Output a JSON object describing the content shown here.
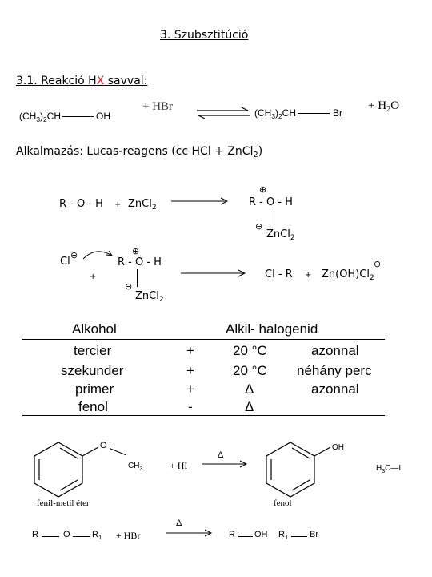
{
  "section_title": "3. Szubsztitúció",
  "subsection": {
    "pre": "3.1. Reakció H",
    "x": "X",
    "post": " savval:"
  },
  "reaction1": {
    "reactant": "(CH3)2CH",
    "reactant_oh": "OH",
    "reagent": "+ HBr",
    "product": "(CH3)2CH",
    "product_br": "Br",
    "byproduct": "+ H2O"
  },
  "application": "Alkalmazás: Lucas-reagens (cc HCl + ZnCl2)",
  "lucas": {
    "roh": "R - O - H",
    "plus": "+",
    "zncl2": "ZnCl2",
    "oxonium": "R - O - H",
    "plus_sign": "⊕",
    "minus_sign": "⊖",
    "cl": "Cl",
    "products_clr": "Cl - R",
    "products_plus": "+",
    "zinc_complex": "Zn(OH)Cl2"
  },
  "table": {
    "headers": [
      "Alkohol",
      "Alkil- halogenid"
    ],
    "rows": [
      {
        "alcohol": "tercier",
        "sign": "+",
        "cond": "20 °C",
        "rate": "azonnal"
      },
      {
        "alcohol": "szekunder",
        "sign": "+",
        "cond": "20 °C",
        "rate": "néhány perc"
      },
      {
        "alcohol": "primer",
        "sign": "+",
        "cond": "Δ",
        "rate": "azonnal"
      },
      {
        "alcohol": "fenol",
        "sign": "-",
        "cond": "Δ",
        "rate": ""
      }
    ]
  },
  "ether": {
    "o": "O",
    "ch3": "CH3",
    "reagent": "+ HI",
    "delta": "Δ",
    "phenol_oh": "OH",
    "product": "H3C—I",
    "reactant_name": "fenil-metil éter",
    "product_name": "fenol"
  },
  "ether2": {
    "r": "R",
    "o": "O",
    "r1": "R1",
    "reagent": "+ HBr",
    "delta": "Δ",
    "p1_r": "R",
    "p1_oh": "OH",
    "p2_r1": "R1",
    "p2_br": "Br"
  }
}
